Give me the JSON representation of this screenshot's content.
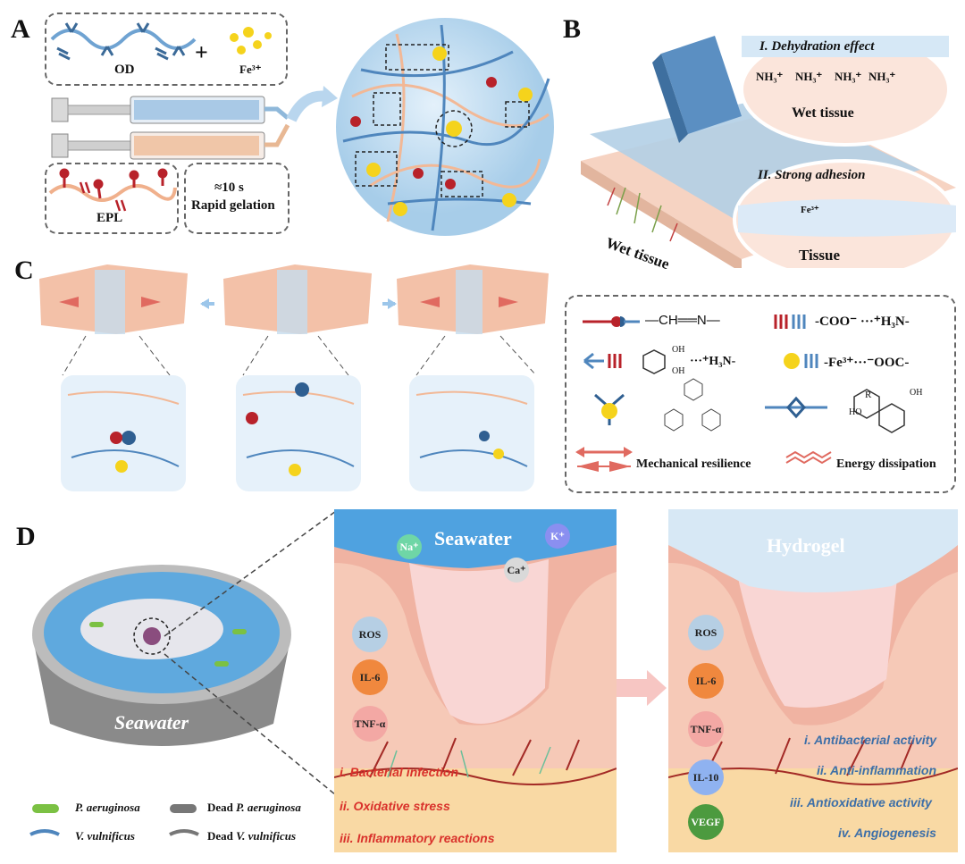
{
  "panels": {
    "a": "A",
    "b": "B",
    "c": "C",
    "d": "D"
  },
  "panel_a": {
    "od_label": "OD",
    "plus": "+",
    "fe_label": "Fe³⁺",
    "epl_label": "EPL",
    "gel_time": "≈10 s",
    "gel_text": "Rapid gelation"
  },
  "panel_b": {
    "title_1": "I. Dehydration effect",
    "nh3": "NH₃⁺",
    "wet_tissue_1": "Wet tissue",
    "title_2": "II. Strong adhesion",
    "tissue": "Tissue",
    "wet_tissue_2": "Wet tissue",
    "fe_tag": "Fe³⁺"
  },
  "legend": {
    "imine": "—CH══N—",
    "carboxyl": "-COO⁻ ···⁺H₃N-",
    "catechol_amine": "···⁺H₃N-",
    "fe_coord": "-Fe³⁺···⁻OOC-",
    "mech": "Mechanical resilience",
    "energy": "Energy dissipation",
    "oh": "OH",
    "ho": "HO",
    "r": "R"
  },
  "panel_d": {
    "seawater_dish": "Seawater",
    "seawater_top": "Seawater",
    "hydrogel_top": "Hydrogel",
    "ions": [
      "Na⁺",
      "K⁺",
      "Ca⁺"
    ],
    "left_markers": [
      "ROS",
      "IL-6",
      "TNF-α"
    ],
    "right_markers": [
      "ROS",
      "IL-6",
      "TNF-α",
      "IL-10",
      "VEGF"
    ],
    "problems": [
      "i. Bacterial infection",
      "ii. Oxidative stress",
      "iii. Inflammatory reactions"
    ],
    "effects": [
      "i. Antibacterial activity",
      "ii. Anti-inflammation",
      "iii. Antioxidative activity",
      "iv. Angiogenesis"
    ],
    "legend": {
      "pa": "P. aeruginosa",
      "vv": "V. vulnificus",
      "dead_pa_prefix": "Dead ",
      "dead_pa": "P. aeruginosa",
      "dead_vv_prefix": "Dead ",
      "dead_vv": "V. vulnificus"
    }
  },
  "colors": {
    "epl": "#e8a07a",
    "od": "#4a86c0",
    "fe": "#f5d31c",
    "skin": "#f4c3ae",
    "seawater": "#4a9ad8",
    "red": "#d9312b",
    "blue_text": "#3d6fa8"
  }
}
